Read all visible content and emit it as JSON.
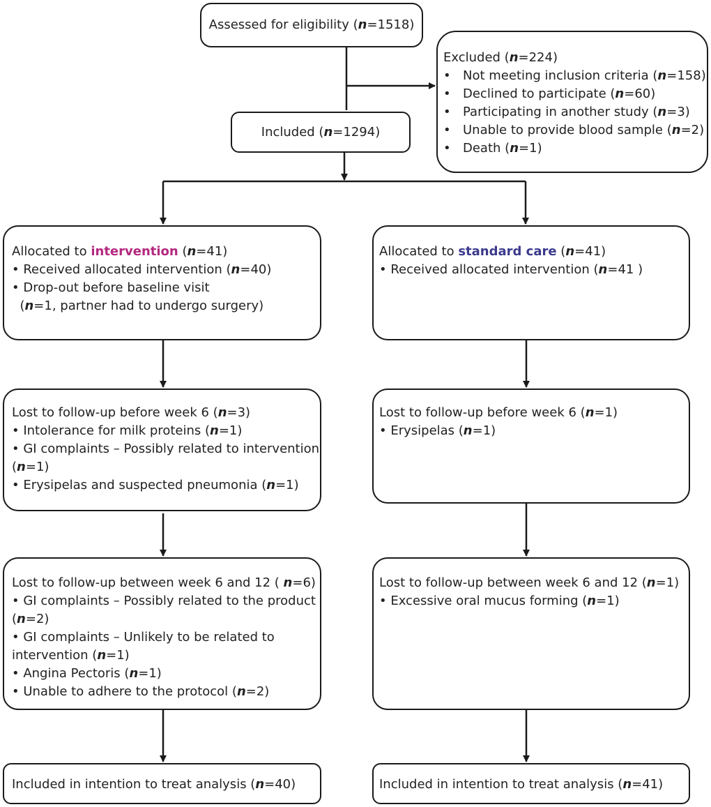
{
  "assessed": {
    "prefix": "Assessed for eligibility (",
    "n": "1518",
    "suffix": ")"
  },
  "excluded": {
    "title": {
      "prefix": "Excluded (",
      "n": "224",
      "suffix": ")"
    },
    "bullet": "•",
    "items": [
      {
        "prefix": "Not meeting inclusion criteria  (",
        "n": "158",
        "suffix": ")"
      },
      {
        "prefix": "Declined to participate (",
        "n": "60",
        "suffix": ")"
      },
      {
        "prefix": "Participating in another study (",
        "n": "3",
        "suffix": ")"
      },
      {
        "prefix": "Unable to provide blood sample (",
        "n": "2",
        "suffix": ")"
      },
      {
        "prefix": "Death (",
        "n": "1",
        "suffix": ")"
      }
    ]
  },
  "included": {
    "prefix": "Included (",
    "n": "1294",
    "suffix": ")"
  },
  "n_symbol": "n",
  "eq": "=",
  "colors": {
    "intervention": "#b3287f",
    "standard_care": "#3b3a8c",
    "line": "#1a1a1a"
  },
  "intervention": {
    "allocated": {
      "prefix": "Allocated to ",
      "group": "intervention",
      "mid": " (",
      "n": "41",
      "suffix": ")",
      "lines": [
        "• Received allocated intervention (n=40)",
        "• Drop-out before baseline visit",
        "  (n=1, partner had to undergo surgery)"
      ]
    },
    "lost_week6": {
      "lines": [
        "Lost to follow-up before week 6 (n=3)",
        "• Intolerance for milk proteins (n=1)",
        "• GI complaints – Possibly related to intervention",
        "(n=1)",
        "• Erysipelas and suspected pneumonia (n=1)"
      ]
    },
    "lost_week12": {
      "lines": [
        "Lost to follow-up between week 6 and 12 ( n=6)",
        "• GI complaints – Possibly related to the product",
        "(n=2)",
        "• GI complaints  – Unlikely to be related to",
        "intervention (n=1)",
        "• Angina Pectoris (n=1)",
        "• Unable to adhere to the protocol (n=2)"
      ]
    },
    "itt": {
      "lines": [
        "Included in intention to treat analysis  (n=40)"
      ]
    }
  },
  "standard": {
    "allocated": {
      "prefix": "Allocated to ",
      "group": "standard care",
      "mid": " (",
      "n": "41",
      "suffix": ")",
      "lines": [
        "• Received allocated intervention (n=41 )"
      ]
    },
    "lost_week6": {
      "lines": [
        "Lost to follow-up before week 6 (n=1)",
        "• Erysipelas (n=1)"
      ]
    },
    "lost_week12": {
      "lines": [
        "Lost to follow-up between week 6 and 12 (n=1)",
        "• Excessive oral mucus forming (n=1)"
      ]
    },
    "itt": {
      "lines": [
        "Included in intention to treat analysis  (n=41)"
      ]
    }
  }
}
